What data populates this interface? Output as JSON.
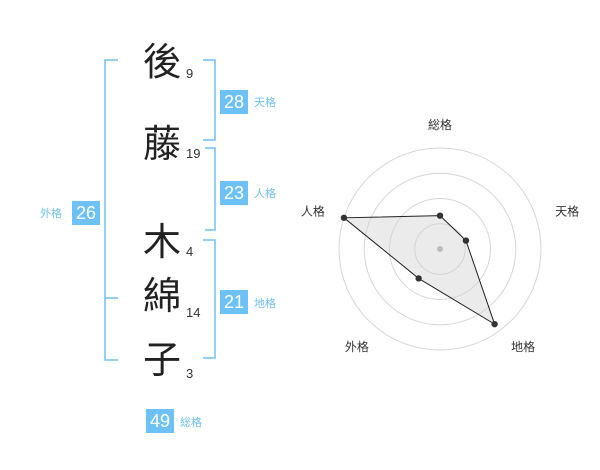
{
  "name_chars": [
    {
      "char": "後",
      "strokes": "9"
    },
    {
      "char": "藤",
      "strokes": "19"
    },
    {
      "char": "木",
      "strokes": "4"
    },
    {
      "char": "綿",
      "strokes": "14"
    },
    {
      "char": "子",
      "strokes": "3"
    }
  ],
  "fortunes": {
    "tenkaku": {
      "value": "28",
      "label": "天格"
    },
    "jinkaku": {
      "value": "23",
      "label": "人格"
    },
    "chikaku": {
      "value": "21",
      "label": "地格"
    },
    "gaikaku": {
      "value": "26",
      "label": "外格"
    },
    "soukaku": {
      "value": "49",
      "label": "総格"
    }
  },
  "colors": {
    "accent": "#6ec1f4",
    "text": "#222222",
    "fill": "#eeeeee"
  },
  "radar": {
    "axes": [
      "総格",
      "天格",
      "地格",
      "外格",
      "人格"
    ],
    "levels": 4,
    "values": [
      0.33,
      0.27,
      0.92,
      0.36,
      1.0
    ]
  }
}
